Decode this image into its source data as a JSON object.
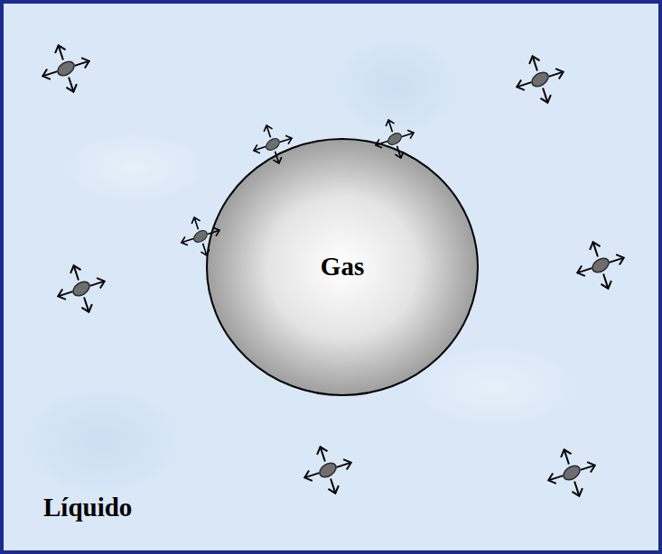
{
  "diagram": {
    "nodes": [
      {
        "text": [
          "Líquido"
        ]
      },
      {
        "text": [
          "Gas"
        ],
        "in": 0
      }
    ]
  }
}
